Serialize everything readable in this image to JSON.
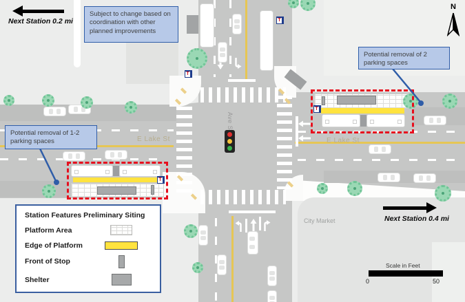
{
  "labels": {
    "street_west": "E Lake St",
    "street_east": "E Lake St",
    "street_vertical": "Ave S",
    "city_market": "City Market"
  },
  "callouts": {
    "subject_to_change": "Subject to change based on coordination with other planned improvements",
    "removal_right": "Potential removal of 2 parking spaces",
    "removal_left": "Potential removal of 1-2 parking spaces"
  },
  "navigation": {
    "next_station_left": "Next Station 0.2 mi",
    "next_station_right": "Next Station 0.4 mi",
    "north": "N"
  },
  "legend": {
    "title": "Station Features Preliminary Siting",
    "items": [
      {
        "label": "Platform Area"
      },
      {
        "label": "Edge of Platform"
      },
      {
        "label": "Front of Stop"
      },
      {
        "label": "Shelter"
      }
    ]
  },
  "scale_bar": {
    "label": "Scale in Feet",
    "min": "0",
    "max": "50"
  },
  "transit_sign": {
    "letter": "T"
  },
  "colors": {
    "road": "#c6c7c6",
    "sidewalk": "#ecedec",
    "platform_edge_yellow": "#ffe33e",
    "annotation_fill": "#b7c9e8",
    "annotation_border": "#2f5da8",
    "alert_dashed_red": "#e60f1e",
    "tree_green": "#9ad8b4",
    "shelter_gray": "#a7a9aa"
  }
}
